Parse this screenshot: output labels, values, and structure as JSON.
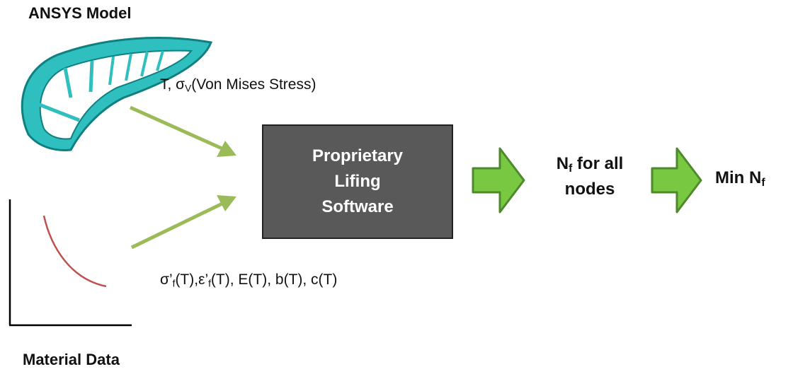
{
  "model": {
    "title": "ANSYS Model"
  },
  "material": {
    "title": "Material Data"
  },
  "inputs": {
    "stress_prefix": "T, σ",
    "stress_sub": "V",
    "stress_suffix": "(Von Mises Stress)",
    "props": [
      {
        "base": "σ’",
        "sub": "f",
        "rest": "(T),"
      },
      {
        "base": "ε’",
        "sub": "f",
        "rest": "(T), E(T), b(T), c(T)"
      }
    ]
  },
  "process": {
    "lines": [
      "Proprietary",
      "Lifing",
      "Software"
    ]
  },
  "output1": {
    "base": "N",
    "sub": "f",
    "rest": " for all",
    "line2": "nodes"
  },
  "output2": {
    "prefix": "Min N",
    "sub": "f"
  },
  "colors": {
    "arrow_green": "#9bbb59",
    "block_arrow_fill": "#78c841",
    "block_arrow_stroke": "#4e8a2b",
    "blade": "#2fbfbf",
    "curve": "#c0504d",
    "box": "#595959"
  }
}
